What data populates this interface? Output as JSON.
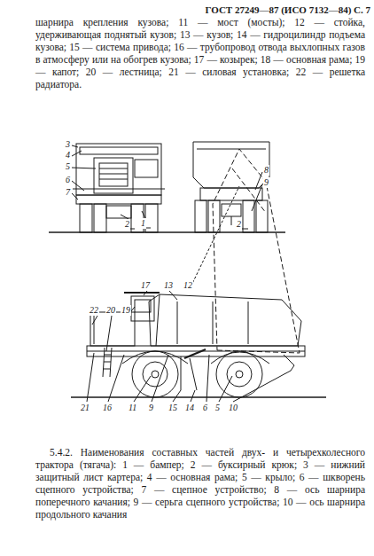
{
  "diagram": {
    "labels": [
      "ГОСТ 27249—87 (ИСО 7132—84) С. 7",
      "шарнира крепления кузова; 11 — мост (мосты); 12 — стойка, удерживающая поднятый кузов; 13 — кузов; 14 — гидроцилиндр подъема кузова; 15 — система привода; 16 — трубопровод отвода выхлопных газов в атмосферу или на обогрев кузова; 17 — козырек; 18 — основная рама; 19 — капот; 20 — лестница; 21 — силовая установка; 22 — решетка радиатора.",
      "3",
      "4",
      "5",
      "6",
      "7",
      "2",
      "1",
      "8",
      "9",
      "2",
      "17",
      "13",
      "12",
      "22",
      "20",
      "19",
      "21",
      "16",
      "11",
      "9",
      "15",
      "14",
      "6",
      "5",
      "10",
      "5.4.2. Наименования составных частей двух- и четырехколесного трактора (тягача): 1 — бампер; 2 — буксирный крюк; 3 — нижний защитный лист картера; 4 — основная рама; 5 — крыло; 6 — шкворень сцепного устройства; 7 — сцепное устройство; 8 — ось шарнира поперечного качания; 9 — серьга сцепного устройства; 10 — ось шарнира продольного качания"
    ]
  }
}
